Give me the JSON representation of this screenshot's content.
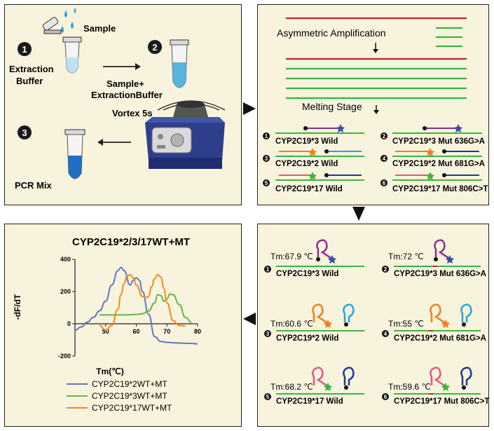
{
  "workflow": {
    "sample_label": "Sample",
    "extraction_label": "Extraction\nBuffer",
    "mix_label": "Sample+\nExtractionBuffer",
    "vortex_label": "Vortex 5s",
    "pcr_label": "PCR Mix",
    "steps": [
      "1",
      "2",
      "3"
    ]
  },
  "amplification": {
    "asym_label": "Asymmetric Amplification",
    "melting_label": "Melting Stage",
    "probes": [
      {
        "num": "1",
        "label": "CYP2C19*3 Wild"
      },
      {
        "num": "2",
        "label": "CYP2C19*3 Mut 636G>A"
      },
      {
        "num": "3",
        "label": "CYP2C19*2 Wild"
      },
      {
        "num": "4",
        "label": "CYP2C19*2 Mut 681G>A"
      },
      {
        "num": "5",
        "label": "CYP2C19*17 Wild"
      },
      {
        "num": "6",
        "label": "CYP2C19*17 Mut 806C>T"
      }
    ]
  },
  "melting": {
    "items": [
      {
        "num": "1",
        "label": "CYP2C19*3 Wild",
        "tm": "Tm:67.9 ℃"
      },
      {
        "num": "2",
        "label": "CYP2C19*3 Mut 636G>A",
        "tm": "Tm:72 ℃"
      },
      {
        "num": "3",
        "label": "CYP2C19*2 Wild",
        "tm": "Tm:60.6 ℃"
      },
      {
        "num": "4",
        "label": "CYP2C19*2 Mut 681G>A",
        "tm": "Tm:55 ℃"
      },
      {
        "num": "5",
        "label": "CYP2C19*17 Wild",
        "tm": "Tm:68.2 ℃"
      },
      {
        "num": "6",
        "label": "CYP2C19*17 Mut 806C>T",
        "tm": "Tm:59.6 ℃"
      }
    ]
  },
  "colors": {
    "red": "#c0272d",
    "green": "#3db63e",
    "purple": "#8e2d8e",
    "orange": "#f07f1d",
    "blue": "#5b79c6",
    "pink": "#e8567d",
    "navy": "#1f3a93",
    "cyan": "#29a3dc",
    "panel": "#f8f3dd"
  },
  "chart_data": {
    "type": "line",
    "title": "CYP2C19*2/3/17WT+MT",
    "xlabel": "Tm(℃)",
    "ylabel": "-dF/dT",
    "xlim": [
      40,
      80
    ],
    "ylim": [
      -200,
      400
    ],
    "xticks": [
      "50",
      "60",
      "70",
      "80"
    ],
    "yticks": [
      "400",
      "200",
      "0",
      "-200"
    ],
    "series": [
      {
        "name": "CYP2C19*2WT+MT",
        "color": "#5b79c6",
        "x": [
          40,
          42,
          44,
          46,
          48,
          50,
          52,
          54,
          55,
          56,
          58,
          59,
          60,
          61,
          62,
          64,
          66,
          68,
          70,
          72,
          75,
          78,
          80
        ],
        "y": [
          -40,
          -20,
          10,
          40,
          80,
          140,
          240,
          330,
          350,
          330,
          240,
          270,
          285,
          270,
          200,
          60,
          -80,
          -110,
          -115,
          -118,
          -120,
          -122,
          -125
        ]
      },
      {
        "name": "CYP2C19*3WT+MT",
        "color": "#5fb946",
        "x": [
          48,
          52,
          56,
          60,
          62,
          64,
          66,
          67,
          68,
          69,
          70,
          71,
          72,
          74,
          76,
          78
        ],
        "y": [
          55,
          55,
          55,
          58,
          62,
          80,
          130,
          180,
          175,
          140,
          155,
          185,
          180,
          120,
          40,
          10
        ]
      },
      {
        "name": "CYP2C19*17WT+MT",
        "color": "#f28a1e",
        "x": [
          48,
          50,
          52,
          54,
          55,
          56,
          57,
          58,
          59,
          60,
          62,
          63,
          64,
          65,
          66,
          67,
          68,
          69,
          70,
          72,
          74,
          76
        ],
        "y": [
          -10,
          -40,
          -10,
          90,
          180,
          250,
          295,
          305,
          285,
          240,
          170,
          160,
          170,
          230,
          280,
          305,
          290,
          220,
          130,
          20,
          -10,
          -15
        ]
      }
    ]
  }
}
